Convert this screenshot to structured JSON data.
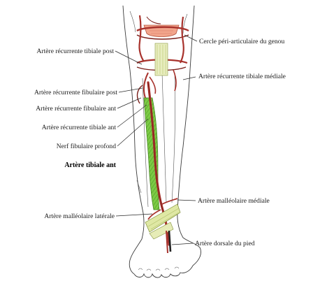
{
  "labels": {
    "cercle_peri_articulaire": "Cercle péri-articulaire du genou",
    "recurrente_tibiale_post": "Artère récurrente tibiale post",
    "recurrente_tibiale_mediale": "Artère récurrente tibiale médiale",
    "recurrente_fibulaire_post": "Artère récurrente fibulaire post",
    "recurrente_fibulaire_ant": "Artère récurrente fibulaire ant",
    "recurrente_tibiale_ant": "Artère récurrente tibiale ant",
    "nerf_fibulaire_profond": "Nerf fibulaire profond",
    "tibiale_ant": "Artère tibiale ant",
    "malleolaire_mediale": "Artère malléolaire médiale",
    "malleolaire_laterale": "Artère malléolaire latérale",
    "dorsale_du_pied": "Artère dorsale du pied"
  },
  "colors": {
    "artery": "#a8322c",
    "artery_dark": "#7a1f1a",
    "nerve": "#6ebf3a",
    "nerve_hatch": "#4f9a26",
    "patella": "#f2a58c",
    "tendon": "#d9e79a",
    "outline": "#3a3a3a"
  }
}
